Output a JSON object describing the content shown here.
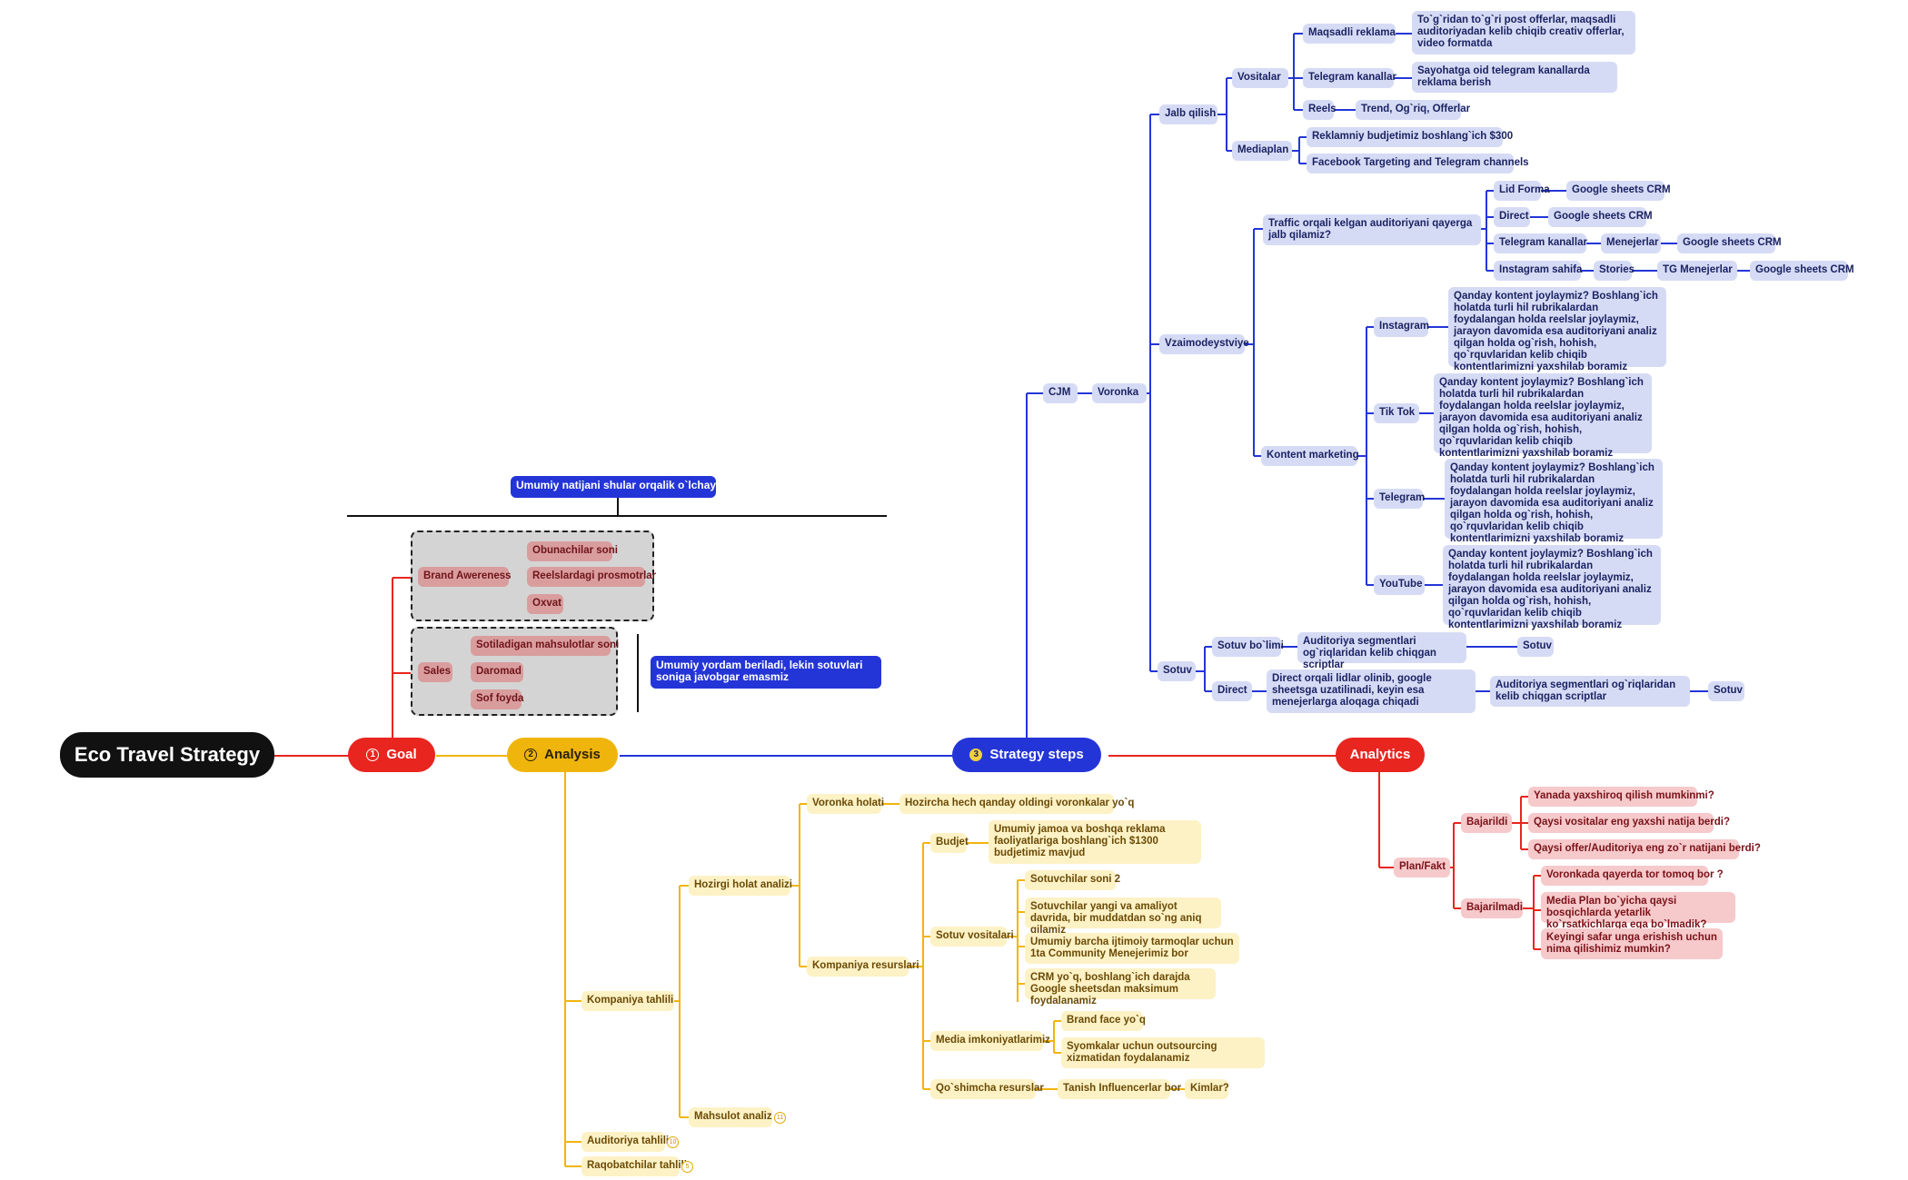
{
  "root": {
    "title": "Eco Travel Strategy"
  },
  "branches": {
    "goal": {
      "badge": "1",
      "label": "Goal"
    },
    "analysis": {
      "badge": "2",
      "label": "Analysis"
    },
    "strategy": {
      "badge": "3",
      "label": "Strategy steps"
    },
    "analytics": {
      "label": "Analytics"
    }
  },
  "goal": {
    "summary_label": "Umumiy natijani shular orqalik o`lchaymiz",
    "brand": {
      "label": "Brand Awereness",
      "items": [
        "Obunachilar soni",
        "Reelslardagi prosmotrlar",
        "Oxvat"
      ]
    },
    "sales": {
      "label": "Sales",
      "items": [
        "Sotiladigan mahsulotlar soni",
        "Daromad",
        "Sof foyda"
      ]
    },
    "sales_note": "Umumiy yordam beriladi, lekin sotuvlari soniga javobgar emasmiz"
  },
  "analysis": {
    "kompaniya": "Kompaniya tahlili",
    "hozirgi": "Hozirgi holat analizi",
    "voronka_holati": "Voronka holati",
    "voronka_holati_note": "Hozircha hech qanday oldingi voronkalar yo`q",
    "resurslar": "Kompaniya resurslari",
    "budjet": "Budjet",
    "budjet_note": "Umumiy jamoa va boshqa reklama faoliyatlariga boshlang`ich $1300 budjetimiz mavjud",
    "sotuv_vositalari": "Sotuv vositalari",
    "sotuv_items": [
      "Sotuvchilar soni 2",
      "Sotuvchilar yangi va amaliyot davrida, bir muddatdan so`ng aniq qilamiz",
      "Umumiy barcha ijtimoiy tarmoqlar uchun 1ta Community Menejerimiz bor",
      "CRM yo`q, boshlang`ich darajda Google sheetsdan maksimum foydalanamiz"
    ],
    "media": "Media imkoniyatlarimiz",
    "media_items": [
      "Brand face yo`q",
      "Syomkalar uchun outsourcing xizmatidan foydalanamiz"
    ],
    "qoshimcha": "Qo`shimcha resurslar",
    "qoshimcha_item": "Tanish Influencerlar bor",
    "qoshimcha_sub": "Kimlar?",
    "mahsulot": "Mahsulot analiz",
    "mahsulot_count": "11",
    "auditoriya": "Auditoriya tahlili",
    "auditoriya_count": "10",
    "raqobat": "Raqobatchilar tahlili",
    "raqobat_count": "5"
  },
  "strategy": {
    "cjm": "CJM",
    "voronka": "Voronka",
    "jalb": "Jalb qilish",
    "vositalar": "Vositalar",
    "maqsadli": "Maqsadli reklama",
    "maqsadli_note": "To`g`ridan to`g`ri post offerlar, maqsadli auditoriyadan kelib chiqib creativ offerlar, video formatda",
    "telegram_kanallar": "Telegram kanallar",
    "telegram_kanallar_note": "Sayohatga oid telegram kanallarda reklama berish",
    "reels": "Reels",
    "reels_note": "Trend, Og`riq, Offerlar",
    "mediaplan": "Mediaplan",
    "mediaplan_items": [
      "Reklamniy budjetimiz boshlang`ich $300",
      "Facebook Targeting and Telegram channels"
    ],
    "vzaimo": "Vzaimodeystviye",
    "traffic": "Traffic orqali kelgan auditoriyani qayerga jalb qilamiz?",
    "lid_forma": "Lid Forma",
    "direct": "Direct",
    "telegram_kanallar2": "Telegram kanallar",
    "menejerlar": "Menejerlar",
    "instagram_sahifa": "Instagram sahifa",
    "stories": "Stories",
    "tg_menejerlar": "TG Menejerlar",
    "gs_crm": "Google sheets CRM",
    "kontent": "Kontent marketing",
    "platforms": [
      "Instagram",
      "Tik Tok",
      "Telegram",
      "YouTube"
    ],
    "content_note": "Qanday kontent joylaymiz? Boshlang`ich holatda turli hil rubrikalardan foydalangan holda reelslar joylaymiz, jarayon davomida esa auditoriyani analiz qilgan holda og`rish, hohish, qo`rquvlaridan kelib chiqib kontentlarimizni yaxshilab boramiz",
    "sotuv": "Sotuv",
    "sotuv_bolimi": "Sotuv bo`limi",
    "segment_note": "Auditoriya segmentlari og`riqlaridan kelib chiqgan scriptlar",
    "sotuv_leaf": "Sotuv",
    "direct2": "Direct",
    "direct_note": "Direct orqali lidlar olinib, google sheetsga uzatilinadi, keyin esa menejerlarga aloqaga chiqadi"
  },
  "analytics": {
    "plan": "Plan/Fakt",
    "bajarildi": "Bajarildi",
    "bajarildi_items": [
      "Yanada yaxshiroq qilish mumkinmi?",
      "Qaysi vositalar eng yaxshi natija berdi?",
      "Qaysi offer/Auditoriya eng zo`r natijani berdi?"
    ],
    "bajarilmadi": "Bajarilmadi",
    "bajarilmadi_items": [
      "Voronkada qayerda tor tomoq bor ?",
      "Media Plan bo`yicha qaysi bosqichlarda yetarlik ko`rsatkichlarga ega bo`lmadik?",
      "Keyingi safar unga erishish uchun nima qilishimiz mumkin?"
    ]
  },
  "colors": {
    "red": "#e8251f",
    "yellow": "#f0b50c",
    "blue": "#2435d8",
    "black": "#111111"
  }
}
